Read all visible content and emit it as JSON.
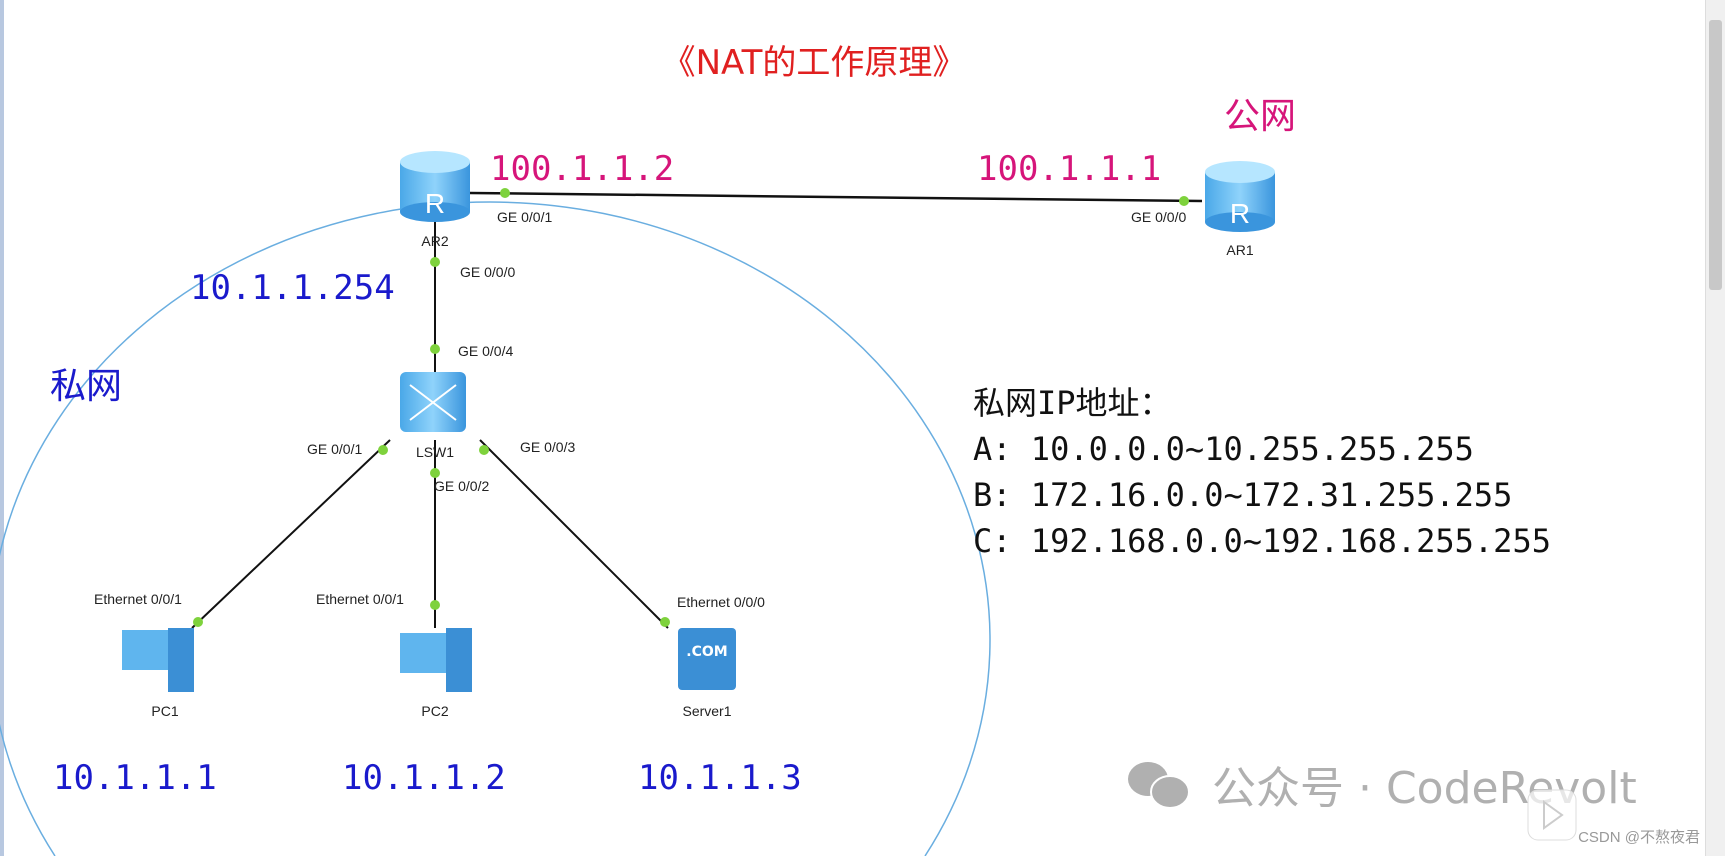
{
  "title": "《NAT的工作原理》",
  "public_label": "公网",
  "private_label": "私网",
  "devices": {
    "ar2": "AR2",
    "ar1": "AR1",
    "lsw1": "LSW1",
    "pc1": "PC1",
    "pc2": "PC2",
    "server1": "Server1",
    "server_badge": ".COM"
  },
  "ips": {
    "ar2_public": "100.1.1.2",
    "ar1_public": "100.1.1.1",
    "ar2_private": "10.1.1.254",
    "pc1": "10.1.1.1",
    "pc2": "10.1.1.2",
    "server1": "10.1.1.3"
  },
  "ports": {
    "ar2_g1": "GE 0/0/1",
    "ar1_g0": "GE 0/0/0",
    "ar2_g0": "GE 0/0/0",
    "lsw_g4": "GE 0/0/4",
    "lsw_g1": "GE 0/0/1",
    "lsw_g2": "GE 0/0/2",
    "lsw_g3": "GE 0/0/3",
    "pc1_eth": "Ethernet 0/0/1",
    "pc2_eth": "Ethernet 0/0/1",
    "server_eth": "Ethernet 0/0/0"
  },
  "ranges": {
    "heading": "私网IP地址：",
    "a": "A: 10.0.0.0~10.255.255.255",
    "b": "B: 172.16.0.0~172.31.255.255",
    "c": "C: 192.168.0.0~192.168.255.255"
  },
  "watermark": {
    "text": "公众号 · CodeRevolt",
    "csdn": "CSDN @不熬夜君"
  },
  "colors": {
    "title": "#e02020",
    "public": "#d6157a",
    "private": "#1a1acc",
    "link_dot": "#7ed23c"
  }
}
